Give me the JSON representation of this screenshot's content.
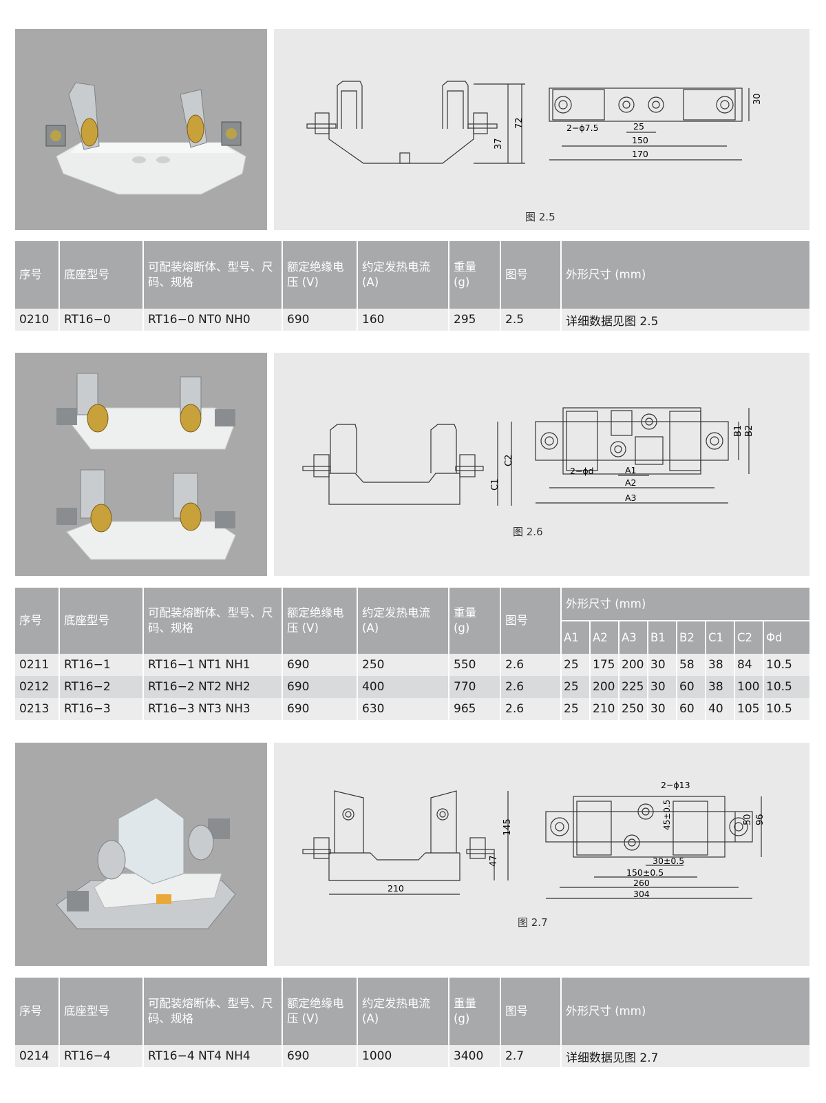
{
  "headers": {
    "seq": "序号",
    "base_model": "底座型号",
    "fuse": "可配装熔断体、型号、尺码、规格",
    "voltage": "额定绝缘电压 (V)",
    "current": "约定发热电流 (A)",
    "weight": "重量 (g)",
    "figure": "图号",
    "dims": "外形尺寸 (mm)"
  },
  "section1": {
    "caption": "图 2.5",
    "dims": {
      "d72": "72",
      "d37": "37",
      "d30": "30",
      "hole": "2−ϕ7.5",
      "d25": "25",
      "d150": "150",
      "d170": "170"
    },
    "row": {
      "seq": "0210",
      "base": "RT16−0",
      "fuse": "RT16−0 NT0 NH0",
      "voltage": "690",
      "current": "160",
      "weight": "295",
      "figure": "2.5",
      "dims": "详细数据见图 2.5"
    }
  },
  "section2": {
    "caption": "图 2.6",
    "dims": {
      "c1": "C1",
      "c2": "C2",
      "b1": "B1",
      "b2": "B2",
      "hole": "2−ϕd",
      "a1": "A1",
      "a2": "A2",
      "a3": "A3"
    },
    "dim_cols": [
      "A1",
      "A2",
      "A3",
      "B1",
      "B2",
      "C1",
      "C2",
      "Φd"
    ],
    "rows": [
      {
        "seq": "0211",
        "base": "RT16−1",
        "fuse": "RT16−1 NT1 NH1",
        "voltage": "690",
        "current": "250",
        "weight": "550",
        "figure": "2.6",
        "a1": "25",
        "a2": "175",
        "a3": "200",
        "b1": "30",
        "b2": "58",
        "c1": "38",
        "c2": "84",
        "d": "10.5"
      },
      {
        "seq": "0212",
        "base": "RT16−2",
        "fuse": "RT16−2 NT2 NH2",
        "voltage": "690",
        "current": "400",
        "weight": "770",
        "figure": "2.6",
        "a1": "25",
        "a2": "200",
        "a3": "225",
        "b1": "30",
        "b2": "60",
        "c1": "38",
        "c2": "100",
        "d": "10.5"
      },
      {
        "seq": "0213",
        "base": "RT16−3",
        "fuse": "RT16−3 NT3 NH3",
        "voltage": "690",
        "current": "630",
        "weight": "965",
        "figure": "2.6",
        "a1": "25",
        "a2": "210",
        "a3": "250",
        "b1": "30",
        "b2": "60",
        "c1": "40",
        "c2": "105",
        "d": "10.5"
      }
    ]
  },
  "section3": {
    "caption": "图 2.7",
    "dims": {
      "d145": "145",
      "d47": "47",
      "d210": "210",
      "hole": "2−ϕ13",
      "d45": "45±0.5",
      "d50": "50",
      "d96": "96",
      "d30": "30±0.5",
      "d150": "150±0.5",
      "d260": "260",
      "d304": "304"
    },
    "row": {
      "seq": "0214",
      "base": "RT16−4",
      "fuse": "RT16−4 NT4 NH4",
      "voltage": "690",
      "current": "1000",
      "weight": "3400",
      "figure": "2.7",
      "dims": "详细数据见图 2.7"
    }
  }
}
